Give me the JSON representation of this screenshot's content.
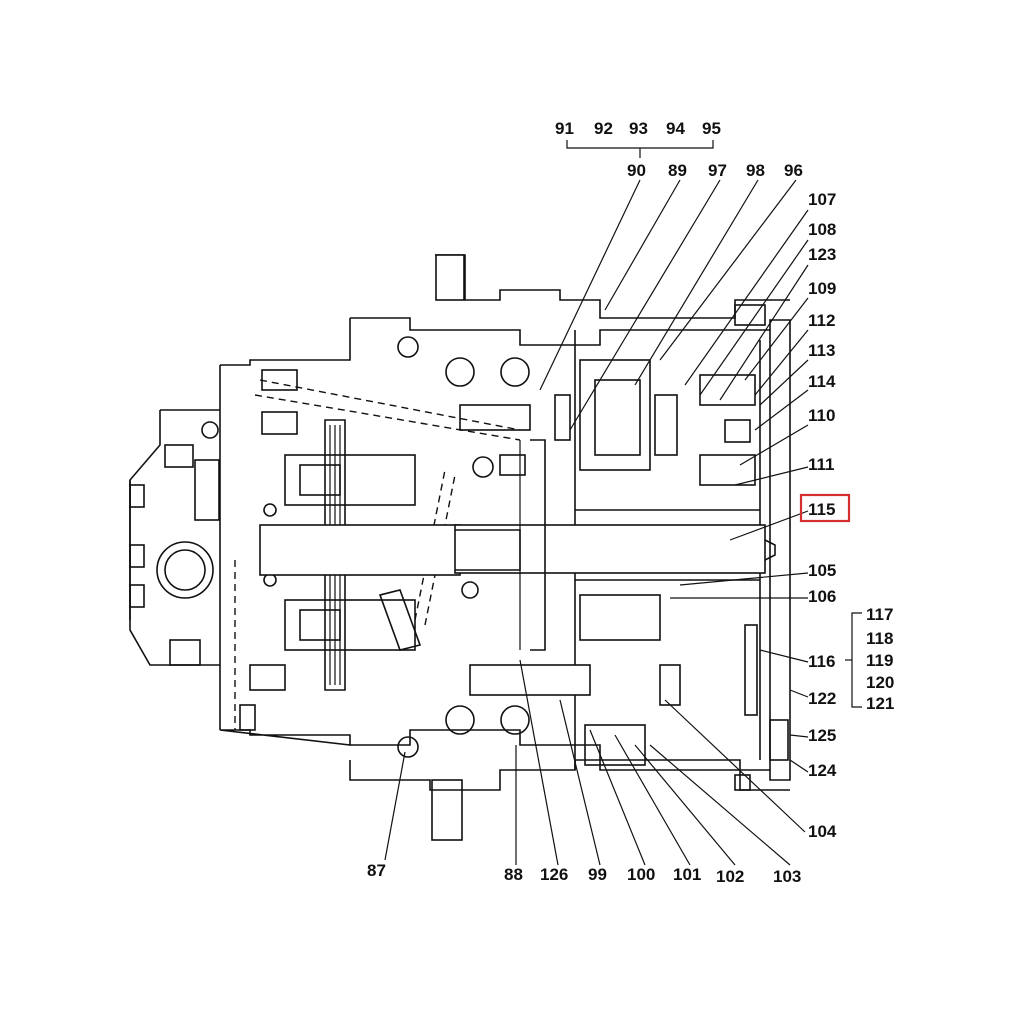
{
  "labels": {
    "l91": "91",
    "l92": "92",
    "l93": "93",
    "l94": "94",
    "l95": "95",
    "l90": "90",
    "l89": "89",
    "l97": "97",
    "l98": "98",
    "l96": "96",
    "l107": "107",
    "l108": "108",
    "l123": "123",
    "l109": "109",
    "l112": "112",
    "l113": "113",
    "l114": "114",
    "l110": "110",
    "l111": "111",
    "l115": "115",
    "l105": "105",
    "l106": "106",
    "l116": "116",
    "l117": "117",
    "l118": "118",
    "l119": "119",
    "l120": "120",
    "l121": "121",
    "l122": "122",
    "l125": "125",
    "l124": "124",
    "l104": "104",
    "l103": "103",
    "l102": "102",
    "l101": "101",
    "l100": "100",
    "l99": "99",
    "l126": "126",
    "l88": "88",
    "l87": "87"
  },
  "highlight": {
    "label": "115",
    "color": "#d32f2f"
  }
}
